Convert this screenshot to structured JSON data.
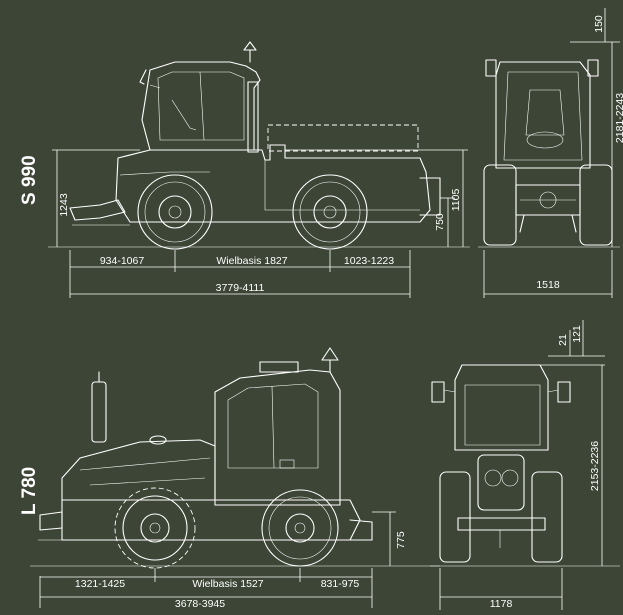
{
  "colors": {
    "background": "#3c4536",
    "line": "#ffffff"
  },
  "models": [
    {
      "name": "S 990",
      "dimensions": {
        "front_overhang": "934-1067",
        "wheelbase": "Wielbasis 1827",
        "rear_overhang": "1023-1223",
        "overall_length": "3779-4111",
        "height_hitch": "1243",
        "height_platform": "750",
        "height_rear": "1105",
        "top_extra": "150",
        "overall_height": "2181-2243",
        "width": "1518"
      }
    },
    {
      "name": "L 780",
      "dimensions": {
        "front_overhang": "1321-1425",
        "wheelbase": "Wielbasis 1527",
        "rear_overhang": "831-975",
        "overall_length": "3678-3945",
        "height_rear": "775",
        "top_a": "21",
        "top_b": "121",
        "overall_height": "2153-2236",
        "width": "1178"
      }
    }
  ]
}
